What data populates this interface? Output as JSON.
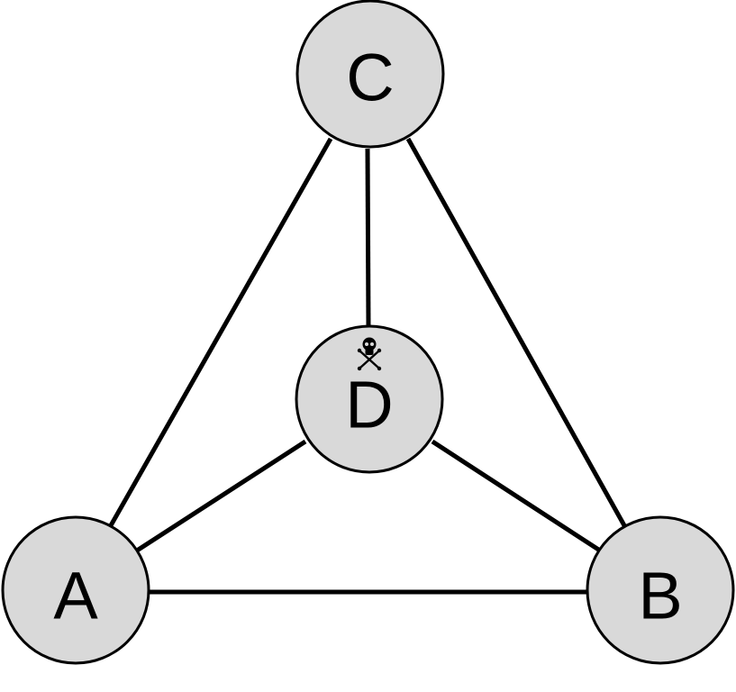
{
  "colors": {
    "node_fill": "#d9d9d9",
    "node_stroke": "#000000",
    "edge": "#000000",
    "background": "#ffffff"
  },
  "nodes": [
    {
      "id": "C",
      "label": "C"
    },
    {
      "id": "D",
      "label": "D",
      "marker_icon": "skull-and-crossbones-icon"
    },
    {
      "id": "A",
      "label": "A"
    },
    {
      "id": "B",
      "label": "B"
    }
  ],
  "edges": [
    {
      "from": "C",
      "to": "A"
    },
    {
      "from": "C",
      "to": "B"
    },
    {
      "from": "C",
      "to": "D"
    },
    {
      "from": "A",
      "to": "B"
    },
    {
      "from": "A",
      "to": "D"
    },
    {
      "from": "B",
      "to": "D"
    }
  ]
}
